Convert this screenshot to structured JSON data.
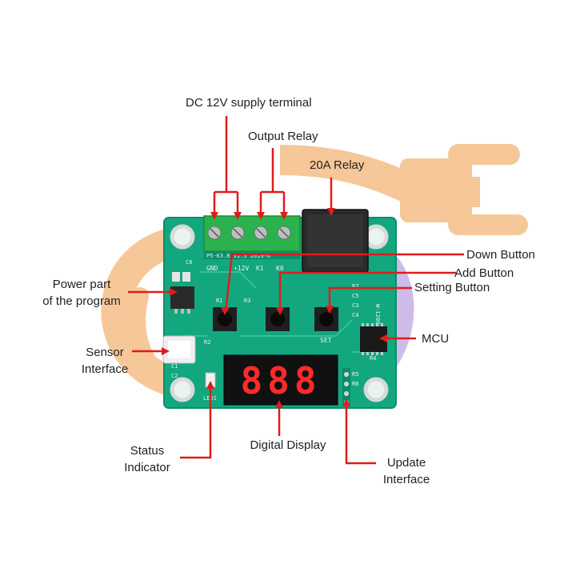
{
  "colors": {
    "pcb": "#12a77f",
    "pcb_dark": "#0d8c6a",
    "watermark_orange": "#f6c28d",
    "watermark_purple": "#c9b4e8",
    "leader": "#e01b1b",
    "terminal": "#2bb24c",
    "relay": "#2a2a2a",
    "display_red": "#ff2a2a"
  },
  "labels": {
    "dc_supply": "DC 12V supply terminal",
    "output_relay": "Output Relay",
    "relay_20a": "20A Relay",
    "down_button": "Down Button",
    "add_button": "Add Button",
    "setting_button": "Setting Button",
    "mcu": "MCU",
    "power_part_1": "Power part",
    "power_part_2": "of the program",
    "sensor_1": "Sensor",
    "sensor_2": "Interface",
    "status_1": "Status",
    "status_2": "Indicator",
    "digital_display": "Digital Display",
    "update_1": "Update",
    "update_2": "Interface"
  },
  "pcb": {
    "silkscreen_top": "P5-K3.8 V1.3 2019-6",
    "gnd": "GND",
    "v12": "+12V",
    "k1": "K1",
    "k0": "K0",
    "set": "SET",
    "r1": "R1",
    "r2": "R2",
    "r3": "R3",
    "r4": "R4",
    "r5": "R5",
    "r6": "R6",
    "r7": "R7",
    "c1": "C1",
    "c2": "C2",
    "c3": "C3",
    "c4": "C4",
    "c5": "C5",
    "c6": "C6",
    "led1": "LED1",
    "model": "W-1209 V1.3",
    "display": "888"
  }
}
